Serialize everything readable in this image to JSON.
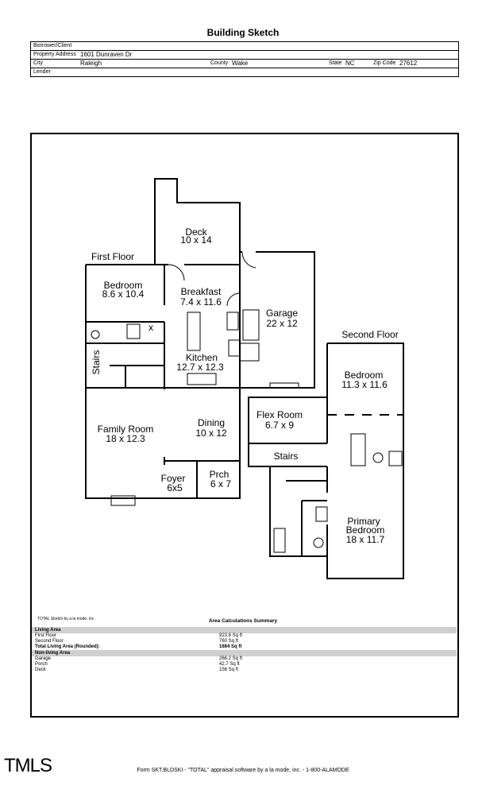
{
  "header": {
    "title": "Building Sketch"
  },
  "info": {
    "borrower_label": "Borrower/Client",
    "borrower_value": "",
    "address_label": "Property Address",
    "address_value": "1601 Dunraven Dr",
    "city_label": "City",
    "city_value": "Raleigh",
    "county_label": "County",
    "county_value": "Wake",
    "state_label": "State",
    "state_value": "NC",
    "zip_label": "Zip Code",
    "zip_value": "27612",
    "lender_label": "Lender",
    "lender_value": ""
  },
  "plan": {
    "first_floor_label": "First Floor",
    "second_floor_label": "Second Floor",
    "rooms": [
      {
        "name": "Deck",
        "dims": "10 x 14"
      },
      {
        "name": "Bedroom",
        "dims": "8.6 x 10.4"
      },
      {
        "name": "Breakfast",
        "dims": "7.4 x 11.6"
      },
      {
        "name": "Garage",
        "dims": "22 x 12"
      },
      {
        "name": "Kitchen",
        "dims": "12.7 x 12.3"
      },
      {
        "name": "Stairs",
        "dims": ""
      },
      {
        "name": "Family Room",
        "dims": "18 x 12.3"
      },
      {
        "name": "Dining",
        "dims": "10 x 12"
      },
      {
        "name": "Foyer",
        "dims": "6x5"
      },
      {
        "name": "Prch",
        "dims": "6 x 7"
      },
      {
        "name": "Bedroom",
        "dims": "11.3 x 11.6"
      },
      {
        "name": "Flex Room",
        "dims": "6.7 x 9"
      },
      {
        "name": "Stairs",
        "dims": ""
      },
      {
        "name": "Primary",
        "dims": "Bedroom"
      },
      {
        "name": "18 x 11.7",
        "dims": ""
      }
    ],
    "x_mark": "x"
  },
  "summary": {
    "sketch_by": "TOTAL Sketch by a la mode, inc.",
    "title": "Area Calculations Summary",
    "living_header": "Living Area",
    "living": [
      {
        "label": "First Floor",
        "value": "923.8 Sq ft"
      },
      {
        "label": "Second Floor",
        "value": "760 Sq ft"
      },
      {
        "label": "Total Living Area (Rounded):",
        "value": "1684 Sq ft"
      }
    ],
    "nonliving_header": "Non-living Area",
    "nonliving": [
      {
        "label": "Garage",
        "value": "266.2 Sq ft"
      },
      {
        "label": "Porch",
        "value": "42.7 Sq ft"
      },
      {
        "label": "Deck",
        "value": "156 Sq ft"
      }
    ]
  },
  "footer": {
    "logo": "TMLS",
    "text": "Form SKT.BLDSKI - \"TOTAL\" appraisal software by a la mode, inc. - 1-800-ALAMODE"
  }
}
